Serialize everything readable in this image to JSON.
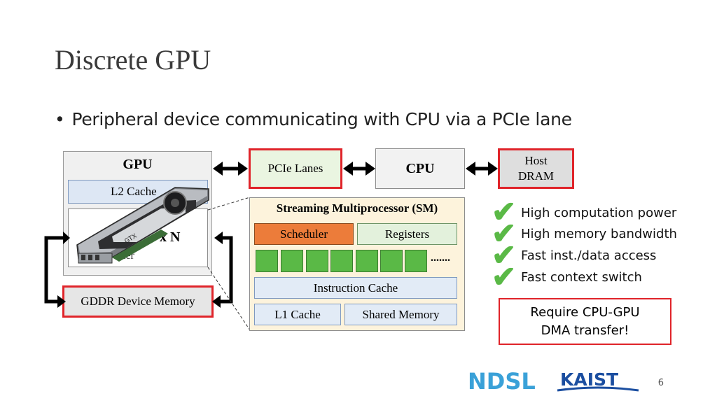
{
  "slide": {
    "title": "Discrete GPU",
    "bullet": "Peripheral device communicating with CPU via a PCIe lane",
    "page_number": "6"
  },
  "diagram": {
    "gpu_label": "GPU",
    "l2_label": "L2 Cache",
    "sm_count": "x N",
    "sm_partial": "ter",
    "gddr_label": "GDDR Device Memory",
    "pcie_label": "PCIe Lanes",
    "cpu_label": "CPU",
    "host_dram_line1": "Host",
    "host_dram_line2": "DRAM",
    "sm_title": "Streaming Multiprocessor (SM)",
    "scheduler_label": "Scheduler",
    "registers_label": "Registers",
    "core_ellipsis": ".......",
    "instruction_cache_label": "Instruction Cache",
    "l1_cache_label": "L1 Cache",
    "shared_memory_label": "Shared Memory"
  },
  "features": [
    "High computation power",
    "High memory bandwidth",
    "Fast inst./data access",
    "Fast context switch"
  ],
  "callout": {
    "line1": "Require CPU-GPU",
    "line2": "DMA transfer!"
  },
  "logos": {
    "ndsl": "NDSL",
    "kaist": "KAIST"
  },
  "colors": {
    "red_border": "#e0242a",
    "green_check": "#5ab946",
    "scheduler_orange": "#ec7c3a",
    "l2_blue": "#dde7f4",
    "sm_bg": "#fdf3dc",
    "ndsl_blue": "#3aa1d8",
    "ndsl_orange": "#f5a43a",
    "kaist_blue": "#1b4ea0"
  }
}
